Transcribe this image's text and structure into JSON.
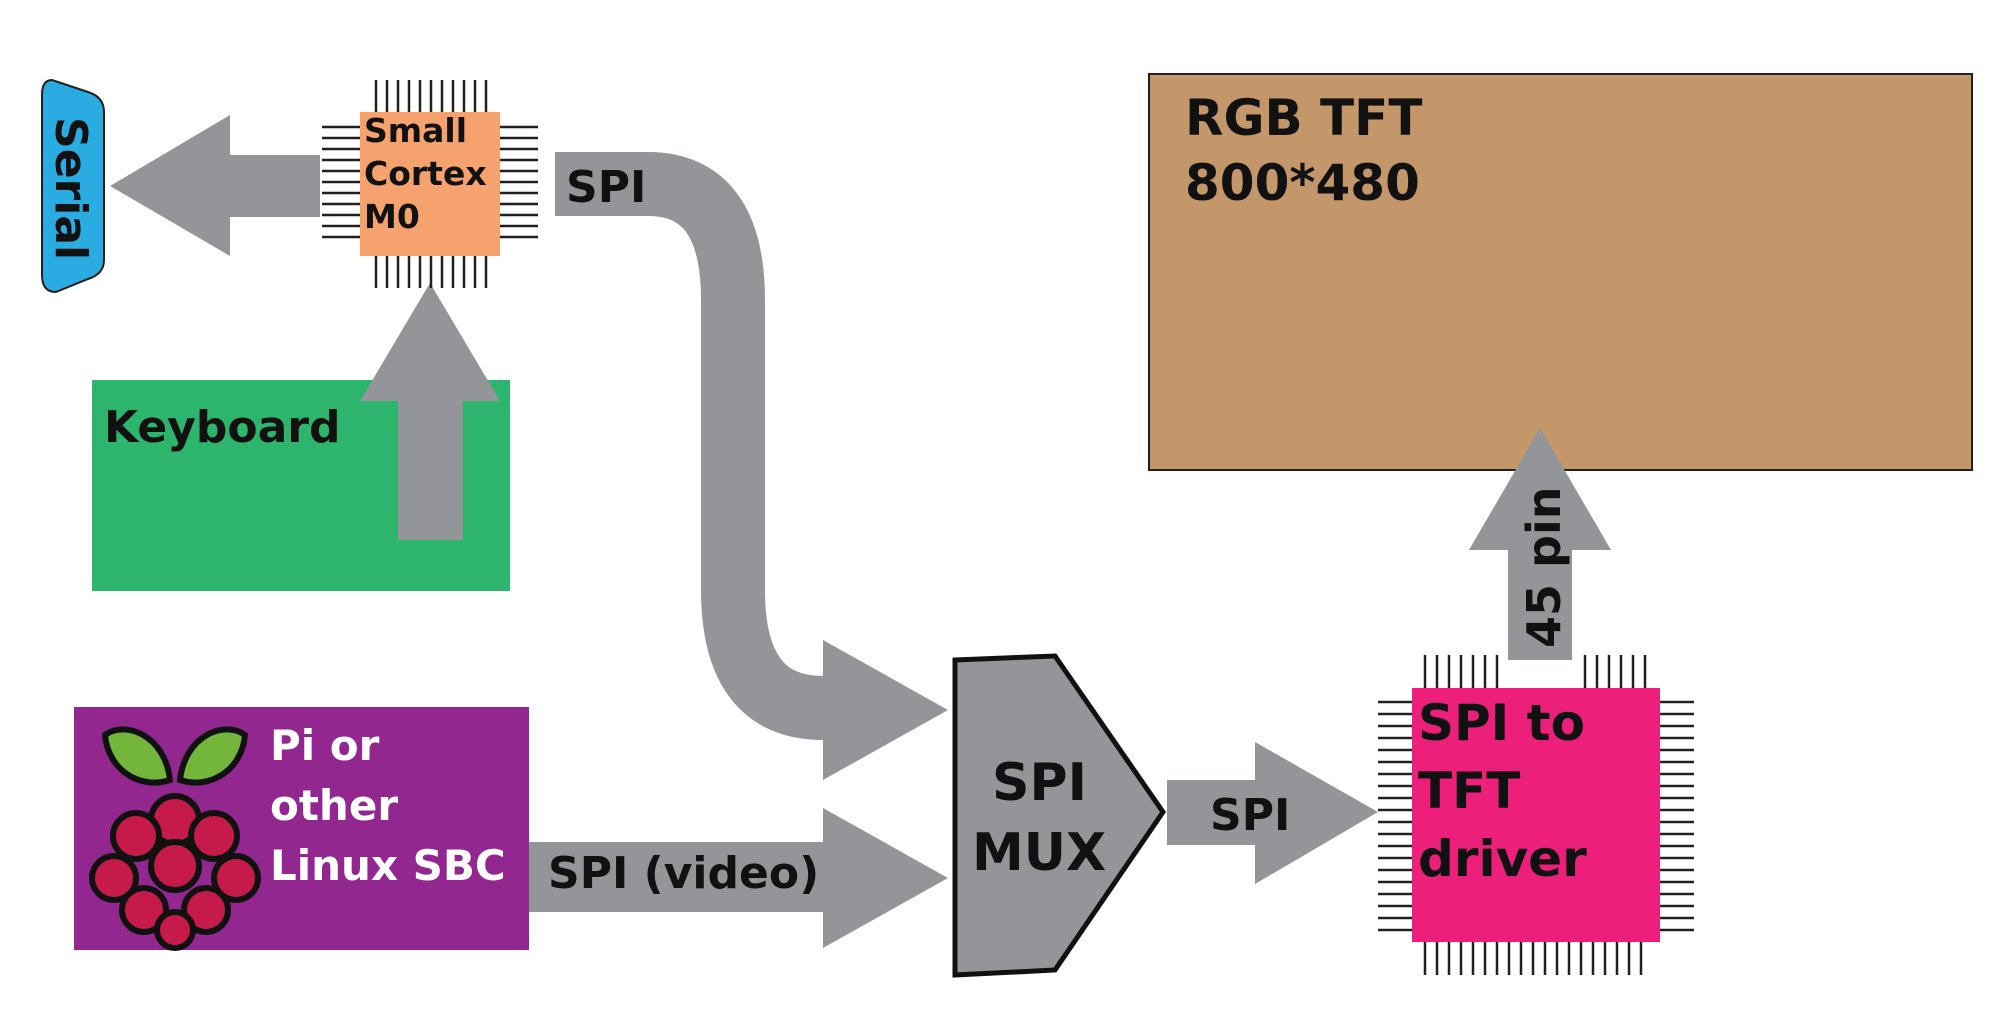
{
  "colors": {
    "arrow": "#939598",
    "chip": "#f6a26e",
    "keyboard": "#2db56e",
    "pi_box": "#92278f",
    "tft_screen": "#c39769",
    "tft_driver": "#ec1f7a",
    "serial": "#2aabe2",
    "mux": "#939598",
    "pin": "#231f20",
    "text_dark": "#111111",
    "text_light": "#ffffff"
  },
  "icons": [
    "raspberry-pi-logo-icon"
  ],
  "serial": {
    "label": "Serial"
  },
  "mcu": {
    "line1": "Small",
    "line2": "Cortex",
    "line3": "M0"
  },
  "keyboard": {
    "label": "Keyboard"
  },
  "pi": {
    "line1": "Pi or",
    "line2": "other",
    "line3": "Linux SBC"
  },
  "tft_screen": {
    "line1": "RGB TFT",
    "line2": "800*480"
  },
  "mux": {
    "line1": "SPI",
    "line2": "MUX"
  },
  "tft_driver": {
    "line1": "SPI to",
    "line2": "TFT",
    "line3": "driver"
  },
  "links": {
    "mcu_spi": "SPI",
    "pi_spi_video": "SPI (video)",
    "mux_spi": "SPI",
    "driver_pins": "45 pin"
  }
}
